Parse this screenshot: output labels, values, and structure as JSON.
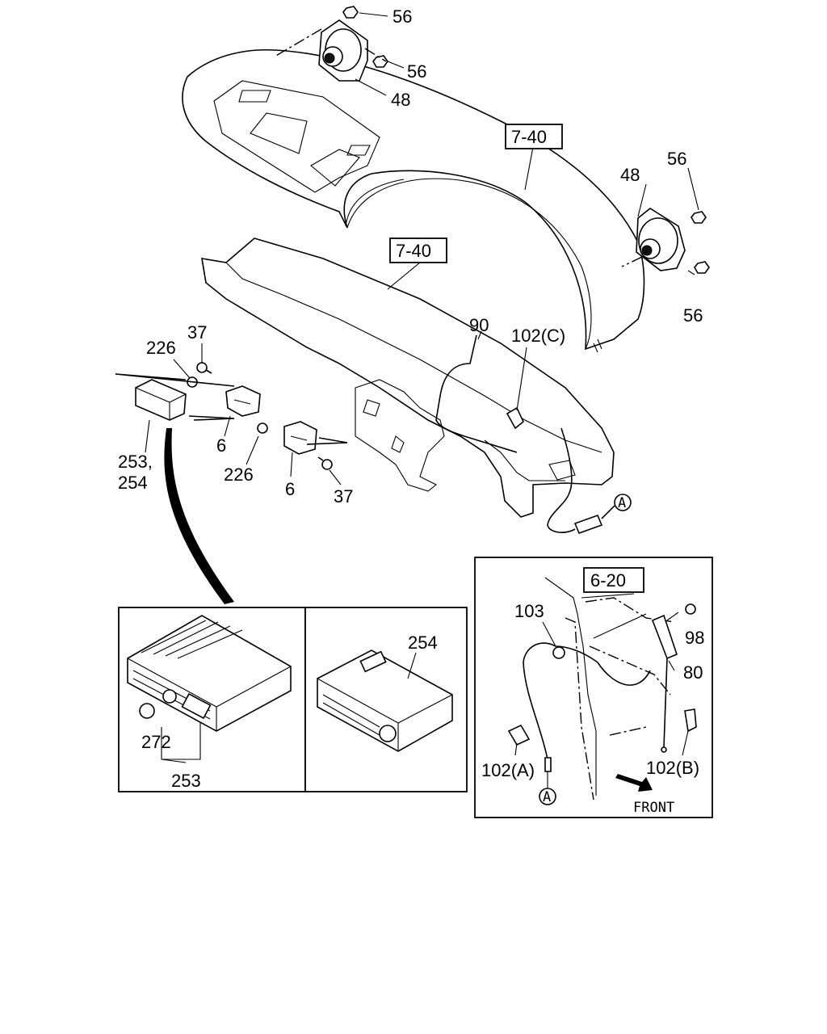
{
  "callouts": {
    "c56a": "56",
    "c56b": "56",
    "c48a": "48",
    "ref740a": "7-40",
    "c56c": "56",
    "c48b": "48",
    "c56d": "56",
    "ref740b": "7-40",
    "c90": "90",
    "c102c": "102(C)",
    "c37a": "37",
    "c226a": "226",
    "c253a": "253,",
    "c254a": "254",
    "c6a": "6",
    "c226b": "226",
    "c6b": "6",
    "c37b": "37",
    "connA1": "A"
  },
  "detail_left": {
    "c272": "272",
    "c253": "253",
    "c254": "254"
  },
  "detail_right": {
    "ref620": "6-20",
    "c103": "103",
    "c98": "98",
    "c80": "80",
    "c102a": "102(A)",
    "c102b": "102(B)",
    "connA2": "A",
    "front": "FRONT"
  }
}
